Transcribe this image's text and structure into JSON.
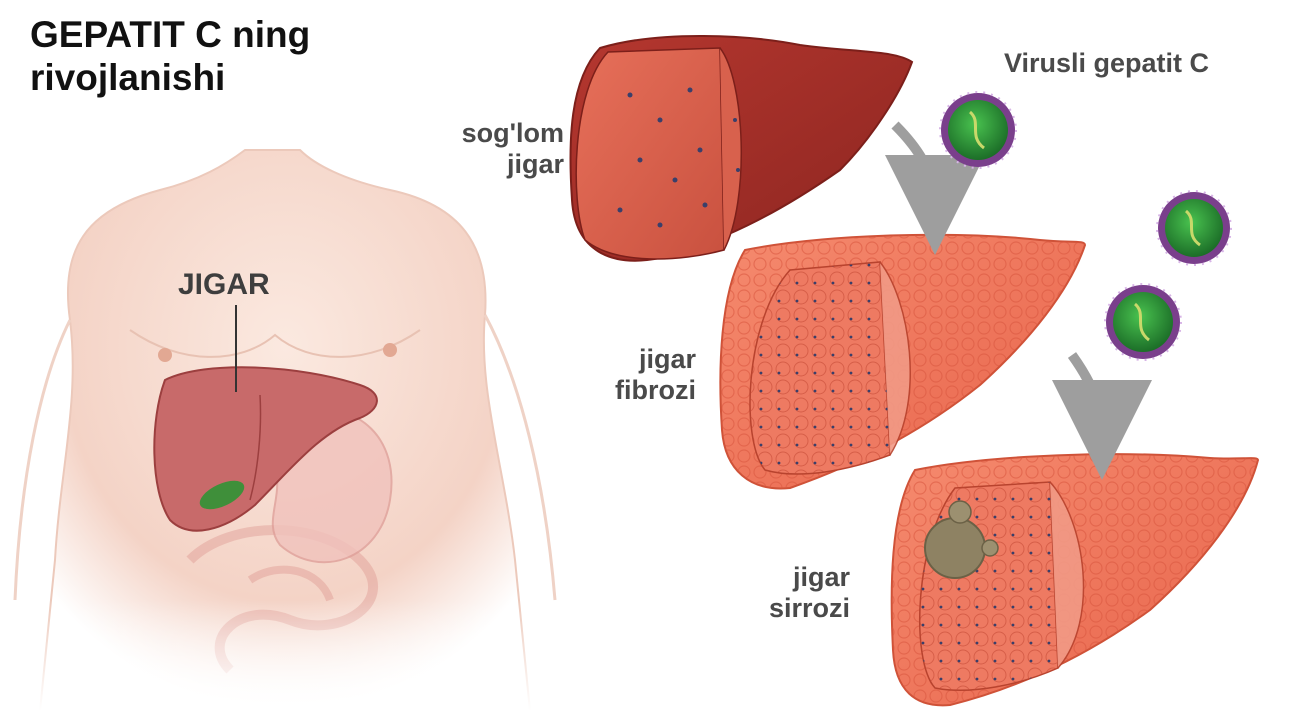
{
  "title": {
    "line1": "GEPATIT C ning",
    "line2": "rivojlanishi"
  },
  "body_label": "JIGAR",
  "virus_label": "Virusli gepatit C",
  "stages": [
    {
      "line1": "sog'lom",
      "line2": "jigar"
    },
    {
      "line1": "jigar",
      "line2": "fibrozi"
    },
    {
      "line1": "jigar",
      "line2": "sirrozi"
    }
  ],
  "colors": {
    "healthy_liver": "#a8302a",
    "diseased_liver": "#f07a5e",
    "virus_shell": "#7a3f8c",
    "virus_core": "#2f9a3a",
    "arrow": "#9e9e9e",
    "skin": "#f6dcd0"
  }
}
